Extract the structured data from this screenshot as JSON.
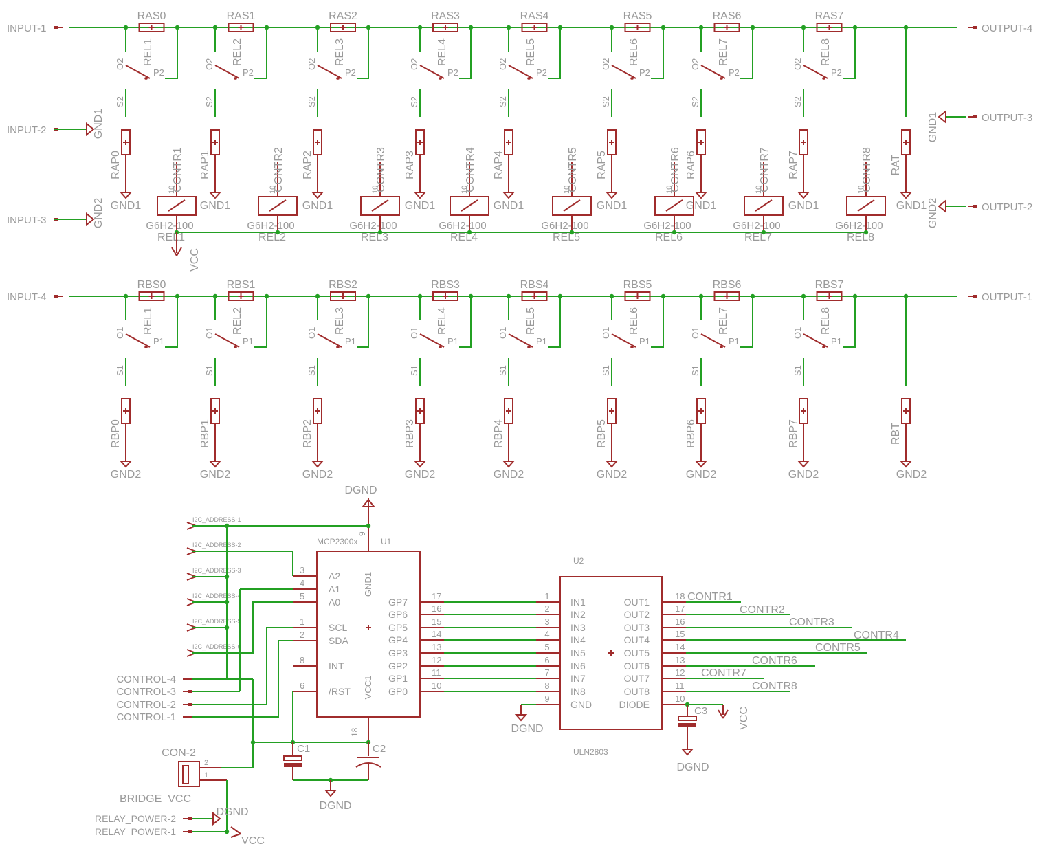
{
  "nets": {
    "inputs": [
      "INPUT-1",
      "INPUT-2",
      "INPUT-3",
      "INPUT-4"
    ],
    "outputs": [
      "OUTPUT-4",
      "OUTPUT-3",
      "OUTPUT-2",
      "OUTPUT-1"
    ],
    "gnd1": "GND1",
    "gnd2": "GND2",
    "vcc": "VCC",
    "dgnd": "DGND"
  },
  "bank_a": {
    "series": [
      "RAS0",
      "RAS1",
      "RAS2",
      "RAS3",
      "RAS4",
      "RAS5",
      "RAS6",
      "RAS7"
    ],
    "shunt": [
      "RAP0",
      "RAP1",
      "RAP2",
      "RAP3",
      "RAP4",
      "RAP5",
      "RAP6",
      "RAP7"
    ],
    "terminator": "RAT",
    "contact_labels": {
      "o": "O2",
      "p": "P2",
      "s": "S2"
    }
  },
  "bank_b": {
    "series": [
      "RBS0",
      "RBS1",
      "RBS2",
      "RBS3",
      "RBS4",
      "RBS5",
      "RBS6",
      "RBS7"
    ],
    "shunt": [
      "RBP0",
      "RBP1",
      "RBP2",
      "RBP3",
      "RBP4",
      "RBP5",
      "RBP6",
      "RBP7"
    ],
    "terminator": "RBT",
    "contact_labels": {
      "o": "O1",
      "p": "P1",
      "s": "S1"
    }
  },
  "relays": [
    "REL1",
    "REL2",
    "REL3",
    "REL4",
    "REL5",
    "REL6",
    "REL7",
    "REL8"
  ],
  "relay_coil": {
    "part": "G6H2-100",
    "pin": "10",
    "controls": [
      "CONTR1",
      "CONTR2",
      "CONTR3",
      "CONTR4",
      "CONTR5",
      "CONTR6",
      "CONTR7",
      "CONTR8"
    ]
  },
  "u1": {
    "ref": "U1",
    "part": "MCP2300x",
    "top_pin": "9",
    "bottom_pin": "18",
    "gnd_label": "GND1",
    "vcc_label": "VCC1",
    "left_pins": [
      {
        "num": "3",
        "name": "A2"
      },
      {
        "num": "4",
        "name": "A1"
      },
      {
        "num": "5",
        "name": "A0"
      },
      {
        "num": "1",
        "name": "SCL"
      },
      {
        "num": "2",
        "name": "SDA"
      },
      {
        "num": "8",
        "name": "INT"
      },
      {
        "num": "6",
        "name": "/RST"
      }
    ],
    "right_pins": [
      {
        "num": "17",
        "name": "GP7"
      },
      {
        "num": "16",
        "name": "GP6"
      },
      {
        "num": "15",
        "name": "GP5"
      },
      {
        "num": "14",
        "name": "GP4"
      },
      {
        "num": "13",
        "name": "GP3"
      },
      {
        "num": "12",
        "name": "GP2"
      },
      {
        "num": "11",
        "name": "GP1"
      },
      {
        "num": "10",
        "name": "GP0"
      }
    ]
  },
  "u2": {
    "ref": "U2",
    "part": "ULN2803",
    "left_pins": [
      {
        "num": "1",
        "name": "IN1"
      },
      {
        "num": "2",
        "name": "IN2"
      },
      {
        "num": "3",
        "name": "IN3"
      },
      {
        "num": "4",
        "name": "IN4"
      },
      {
        "num": "5",
        "name": "IN5"
      },
      {
        "num": "6",
        "name": "IN6"
      },
      {
        "num": "7",
        "name": "IN7"
      },
      {
        "num": "8",
        "name": "IN8"
      },
      {
        "num": "9",
        "name": "GND"
      }
    ],
    "right_pins": [
      {
        "num": "18",
        "name": "OUT1"
      },
      {
        "num": "17",
        "name": "OUT2"
      },
      {
        "num": "16",
        "name": "OUT3"
      },
      {
        "num": "15",
        "name": "OUT4"
      },
      {
        "num": "14",
        "name": "OUT5"
      },
      {
        "num": "13",
        "name": "OUT6"
      },
      {
        "num": "12",
        "name": "OUT7"
      },
      {
        "num": "11",
        "name": "OUT8"
      },
      {
        "num": "10",
        "name": "DIODE"
      }
    ]
  },
  "i2c_address": [
    "I2C_ADDRESS-1",
    "I2C_ADDRESS-2",
    "I2C_ADDRESS-3",
    "I2C_ADDRESS-4",
    "I2C_ADDRESS-5",
    "I2C_ADDRESS-6"
  ],
  "control": [
    "CONTROL-4",
    "CONTROL-3",
    "CONTROL-2",
    "CONTROL-1"
  ],
  "capacitors": [
    "C1",
    "C2",
    "C3"
  ],
  "connector": {
    "ref": "CON-2",
    "pins": [
      "2",
      "1"
    ],
    "name": "BRIDGE_VCC"
  },
  "relay_power": [
    "RELAY_POWER-2",
    "RELAY_POWER-1"
  ],
  "colors": {
    "wire": "#23a023",
    "part": "#a02c2c",
    "text": "#9a9a9a"
  }
}
